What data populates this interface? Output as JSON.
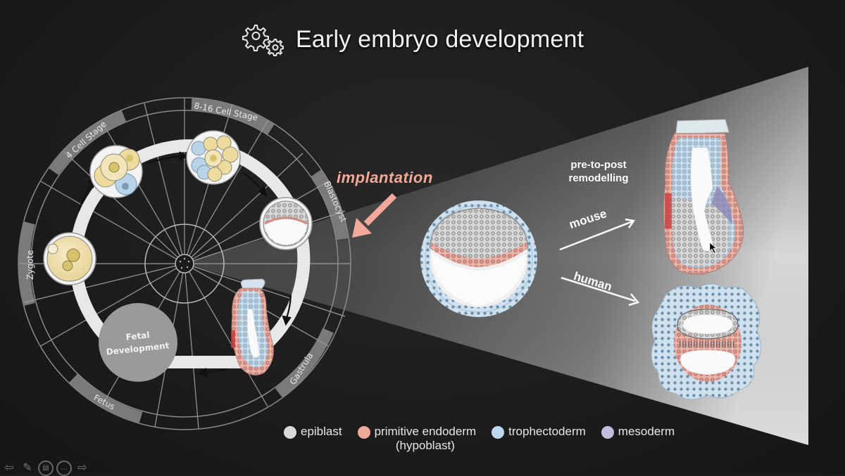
{
  "slide": {
    "title": "Early embryo development",
    "title_icon": "gears-icon"
  },
  "wheel": {
    "stages": [
      {
        "label": "Zygote"
      },
      {
        "label": "4 Cell Stage"
      },
      {
        "label": "8-16 Cell Stage"
      },
      {
        "label": "Blastocyst"
      },
      {
        "label": "Gastrula"
      },
      {
        "label": "Fetus"
      }
    ],
    "center_label_line1": "Fetal",
    "center_label_line2": "Development"
  },
  "annotations": {
    "implantation": "implantation",
    "remodelling_line1": "pre-to-post",
    "remodelling_line2": "remodelling",
    "mouse": "mouse",
    "human": "human"
  },
  "legend": {
    "items": [
      {
        "label": "epiblast",
        "sublabel": "",
        "color": "#d9d9d9"
      },
      {
        "label": "primitive endoderm",
        "sublabel": "(hypoblast)",
        "color": "#f0a898"
      },
      {
        "label": "trophectoderm",
        "sublabel": "",
        "color": "#bcd6ee"
      },
      {
        "label": "mesoderm",
        "sublabel": "",
        "color": "#c3bcdc"
      }
    ]
  },
  "colors": {
    "background": "#1b1b1b",
    "ring_gray": "#7a7a7a",
    "implantation_pink": "#f3a99a",
    "cell_yellow": "#f1e2b0",
    "cell_blue": "#b9d3e8",
    "endoderm_pink": "#e6a59a",
    "mesoderm_purple": "#8c86b4"
  },
  "nav": {
    "items": [
      "back-icon",
      "pen-icon",
      "slides-icon",
      "more-icon",
      "forward-icon"
    ]
  }
}
